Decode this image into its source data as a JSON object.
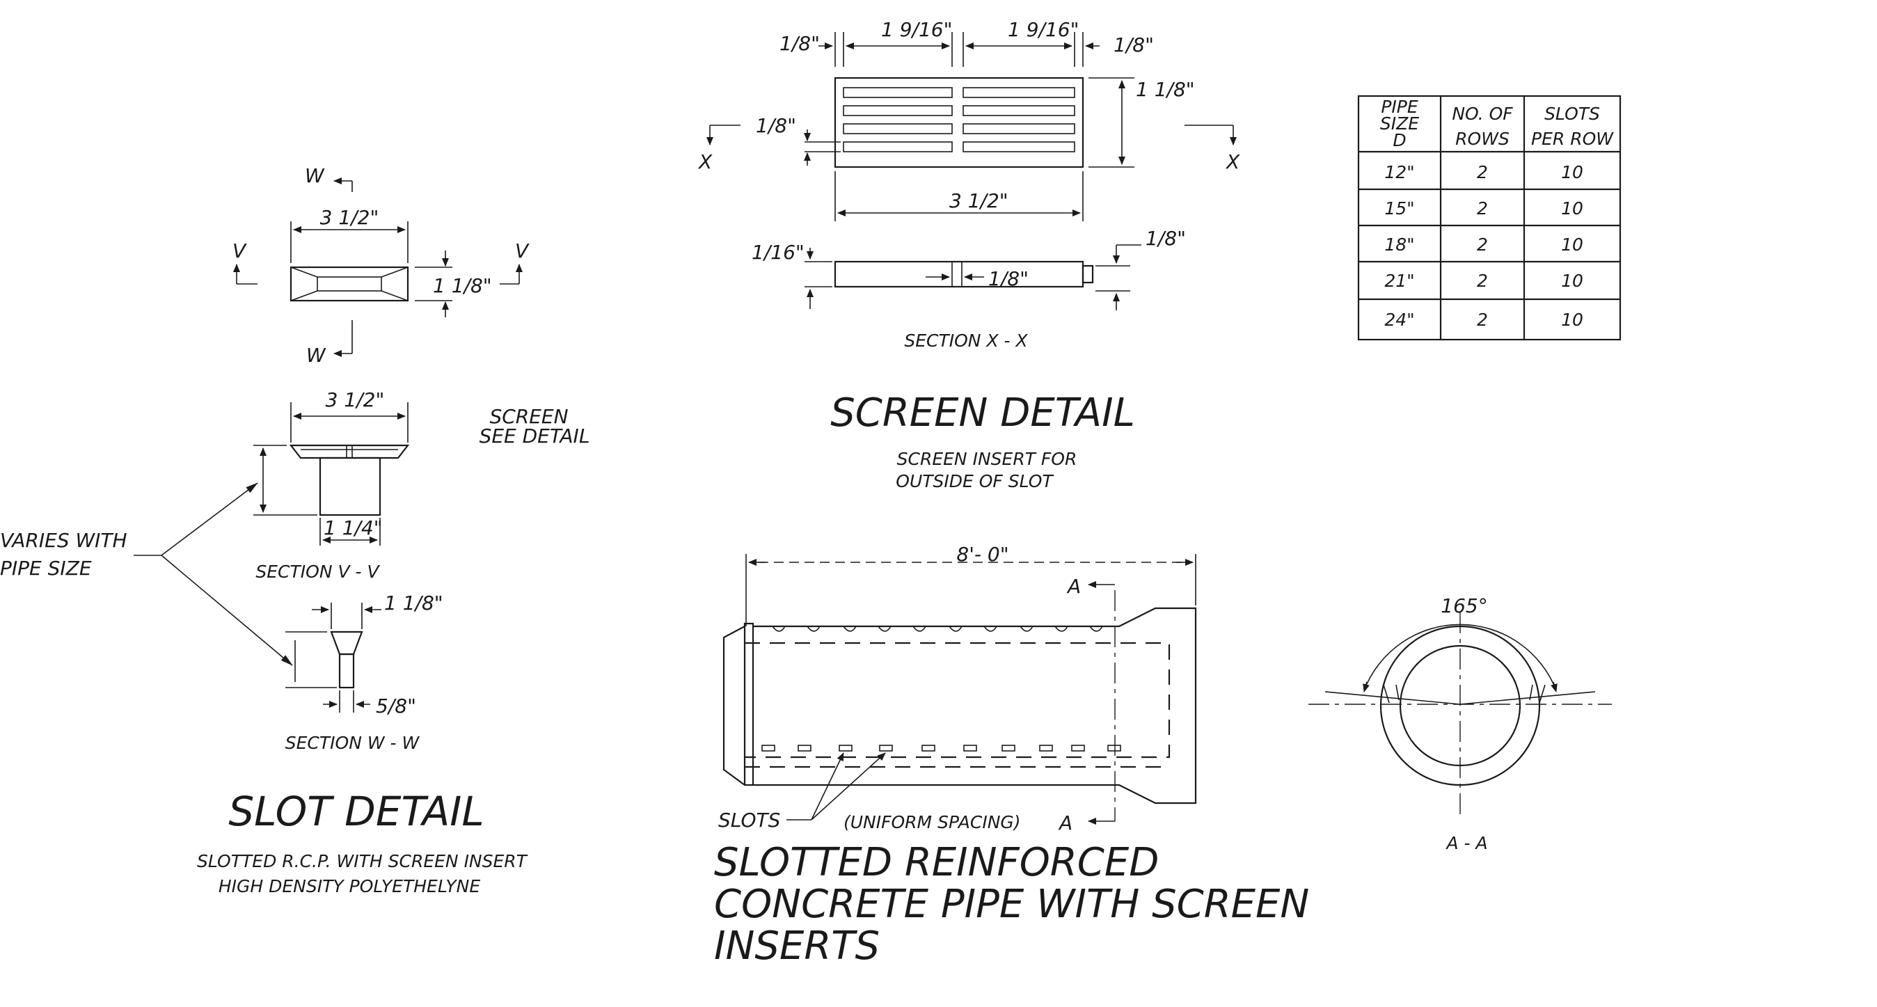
{
  "slot_detail": {
    "title": "SLOT DETAIL",
    "note_line1": "SLOTTED R.C.P. WITH SCREEN INSERT",
    "note_line2": "HIGH DENSITY POLYETHELYNE",
    "screen_callout_line1": "SCREEN",
    "screen_callout_line2": "SEE DETAIL",
    "varies_line1": "VARIES WITH",
    "varies_line2": "PIPE SIZE",
    "plan_width": "3 1/2\"",
    "plan_height": "1 1/8\"",
    "cut_w": "W",
    "cut_v": "V",
    "section_v_width": "3 1/2\"",
    "section_v_neck": "1 1/4\"",
    "section_v_label": "SECTION V - V",
    "section_w_top": "1 1/8\"",
    "section_w_bottom": "5/8\"",
    "section_w_label": "SECTION W - W"
  },
  "screen_detail": {
    "title": "SCREEN DETAIL",
    "note_line1": "SCREEN INSERT FOR",
    "note_line2": "OUTSIDE OF SLOT",
    "dim_edge_left": "1/8\"",
    "dim_half_left": "1 9/16\"",
    "dim_half_right": "1 9/16\"",
    "dim_edge_right": "1/8\"",
    "dim_slot_gap": "1/8\"",
    "dim_total_width": "3 1/2\"",
    "dim_height": "1 1/8\"",
    "cut_x": "X",
    "section_thickness": "1/16\"",
    "section_gap": "1/8\"",
    "section_right": "1/8\"",
    "section_label": "SECTION X - X"
  },
  "table": {
    "headers": [
      "PIPE SIZE D",
      "NO. OF ROWS",
      "SLOTS PER ROW"
    ],
    "header_lines": [
      [
        "PIPE",
        "SIZE",
        "D"
      ],
      [
        "NO. OF",
        "ROWS"
      ],
      [
        "SLOTS",
        "PER ROW"
      ]
    ],
    "rows": [
      [
        "12\"",
        "2",
        "10"
      ],
      [
        "15\"",
        "2",
        "10"
      ],
      [
        "18\"",
        "2",
        "10"
      ],
      [
        "21\"",
        "2",
        "10"
      ],
      [
        "24\"",
        "2",
        "10"
      ]
    ]
  },
  "pipe": {
    "title_line1": "SLOTTED REINFORCED",
    "title_line2": "CONCRETE PIPE WITH SCREEN",
    "title_line3": "INSERTS",
    "length": "8'- 0\"",
    "cut_a": "A",
    "slots_label": "SLOTS",
    "spacing_label": "(UNIFORM SPACING)",
    "slot_count": 10
  },
  "section_aa": {
    "angle": "165°",
    "label": "A - A"
  }
}
